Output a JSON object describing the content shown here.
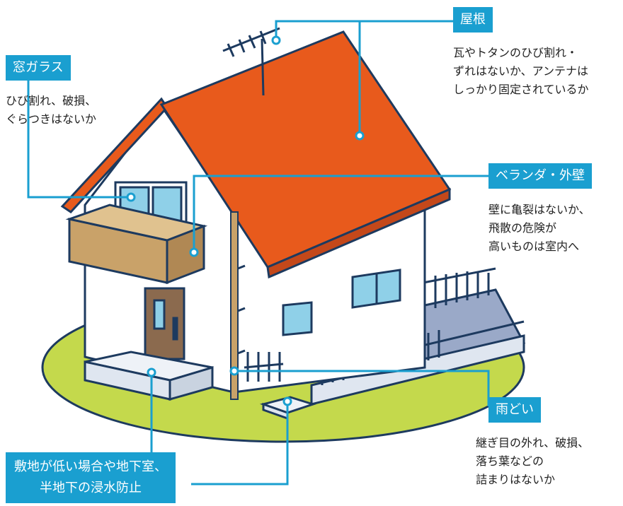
{
  "callouts": {
    "roof": {
      "label": "屋根",
      "lines": [
        "瓦やトタンのひび割れ・",
        "ずれはないか、アンテナは",
        "しっかり固定されているか"
      ]
    },
    "window": {
      "label": "窓ガラス",
      "lines": [
        "ひび割れ、破損、",
        "ぐらつきはないか"
      ]
    },
    "veranda": {
      "label": "ベランダ・外壁",
      "lines": [
        "壁に亀裂はないか、",
        "飛散の危険が",
        "高いものは室内へ"
      ]
    },
    "gutter": {
      "label": "雨どい",
      "lines": [
        "継ぎ目の外れ、破損、",
        "落ち葉などの",
        "詰まりはないか"
      ]
    },
    "ground": {
      "lines": [
        "敷地が低い場合や地下室、",
        "半地下の浸水防止"
      ]
    }
  },
  "colors": {
    "accent": "#1a9fd0",
    "roof": "#e85a1c",
    "lawn": "#c4d94c",
    "outline": "#1d3a5f",
    "wall": "#ffffff",
    "veranda": "#c9a269",
    "window": "#8fd0e8",
    "door": "#8b6a4e"
  }
}
